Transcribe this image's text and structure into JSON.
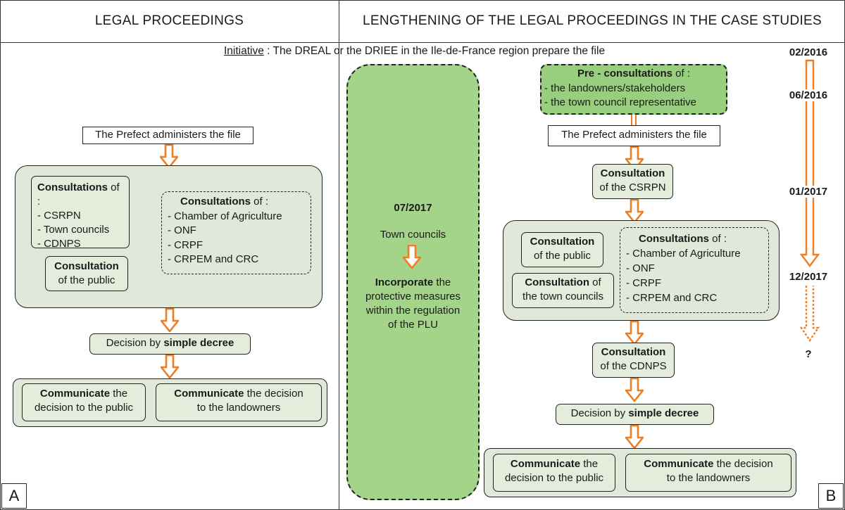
{
  "headers": {
    "left": "LEGAL PROCEEDINGS",
    "right": "LENGTHENING OF THE LEGAL PROCEEDINGS IN THE CASE STUDIES"
  },
  "initiative": {
    "label": "Initiative",
    "text": " : The DREAL or the DRIEE in the Ile-de-France region prepare the file"
  },
  "panelA": {
    "letter": "A",
    "prefect": "The Prefect administers the file",
    "consultations_bold": "Consultations",
    "consultations_of": " of :",
    "consultations_items": [
      "- CSRPN",
      "- Town councils",
      "- CDNPS"
    ],
    "dashed_bold": "Consultations",
    "dashed_of": " of :",
    "dashed_items": [
      "- Chamber of Agriculture",
      "- ONF",
      "- CRPF",
      "- CRPEM and CRC"
    ],
    "public_bold": "Consultation",
    "public_rest": "of the public",
    "decision_text": "Decision by ",
    "decision_bold": "simple decree",
    "comm1_bold": "Communicate",
    "comm1_rest1": " the",
    "comm1_rest2": "decision to the public",
    "comm2_bold": "Communicate",
    "comm2_rest1": " the decision",
    "comm2_rest2": "to the landowners"
  },
  "middle": {
    "date": "07/2017",
    "town": "Town councils",
    "incorp_bold": "Incorporate",
    "incorp_rest1": " the",
    "incorp_rest2": "protective measures",
    "incorp_rest3": "within the regulation",
    "incorp_rest4": "of the PLU"
  },
  "panelB": {
    "letter": "B",
    "pre_bold": "Pre - consultations",
    "pre_of": " of :",
    "pre_items": [
      "- the landowners/stakeholders",
      "- the town council representative"
    ],
    "prefect": "The Prefect administers the file",
    "csrpn_bold": "Consultation",
    "csrpn_rest": "of the CSRPN",
    "public_bold": "Consultation",
    "public_rest": "of the public",
    "town_bold": "Consultation",
    "town_of": " of",
    "town_rest": "the town councils",
    "dashed_bold": "Consultations",
    "dashed_of": " of :",
    "dashed_items": [
      "- Chamber of Agriculture",
      "- ONF",
      "- CRPF",
      "- CRPEM and CRC"
    ],
    "cdnps_bold": "Consultation",
    "cdnps_rest": "of the CDNPS",
    "decision_text": "Decision by ",
    "decision_bold": "simple decree",
    "comm1_bold": "Communicate",
    "comm1_rest1": " the",
    "comm1_rest2": "decision to the public",
    "comm2_bold": "Communicate",
    "comm2_rest1": " the decision",
    "comm2_rest2": "to the landowners"
  },
  "timeline": {
    "dates": [
      "02/2016",
      "06/2016",
      "01/2017",
      "12/2017"
    ],
    "unknown": "?"
  },
  "colors": {
    "arrow": "#ef7d22",
    "panel_fill": "#dfe8d9",
    "box_fill": "#e4ecdc",
    "bright_green": "#a4d38a",
    "medium_green": "#98cf7f"
  }
}
